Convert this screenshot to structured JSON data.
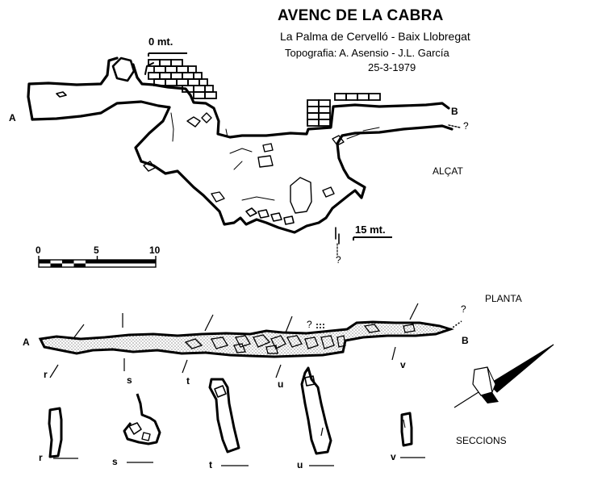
{
  "title": "AVENC DE LA CABRA",
  "location": "La Palma de Cervelló - Baix Llobregat",
  "survey_credit": "Topografia: A. Asensio - J.L. García",
  "date": "25-3-1979",
  "views": {
    "elevation": "ALÇAT",
    "plan": "PLANTA",
    "sections": "SECCIONS"
  },
  "depths": {
    "entrance": "0 mt.",
    "bottom": "15 mt."
  },
  "ends": {
    "a": "A",
    "b": "B",
    "unknown": "?"
  },
  "scale": {
    "labels": [
      "0",
      "5",
      "10"
    ]
  },
  "section_letters": [
    "r",
    "s",
    "t",
    "u",
    "v"
  ],
  "colors": {
    "ink": "#000000",
    "paper": "#ffffff"
  }
}
